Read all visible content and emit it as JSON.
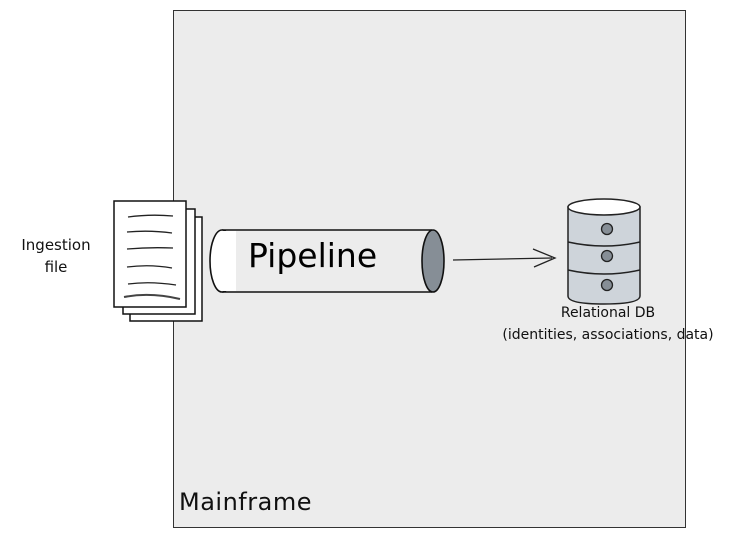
{
  "diagram": {
    "container": {
      "label": "Mainframe",
      "fill": "#ececec"
    },
    "nodes": {
      "ingestion_file": {
        "label_line1": "Ingestion",
        "label_line2": "file",
        "icon": "stacked-documents-icon"
      },
      "pipeline": {
        "label": "Pipeline",
        "icon": "pipe-cylinder-icon",
        "end_color": "#868e96"
      },
      "database": {
        "label_line1": "Relational DB",
        "label_line2": "(identities, associations, data)",
        "icon": "database-icon",
        "fill": "#ced4da"
      }
    },
    "edges": [
      {
        "from": "pipeline",
        "to": "database",
        "style": "arrow"
      }
    ]
  }
}
